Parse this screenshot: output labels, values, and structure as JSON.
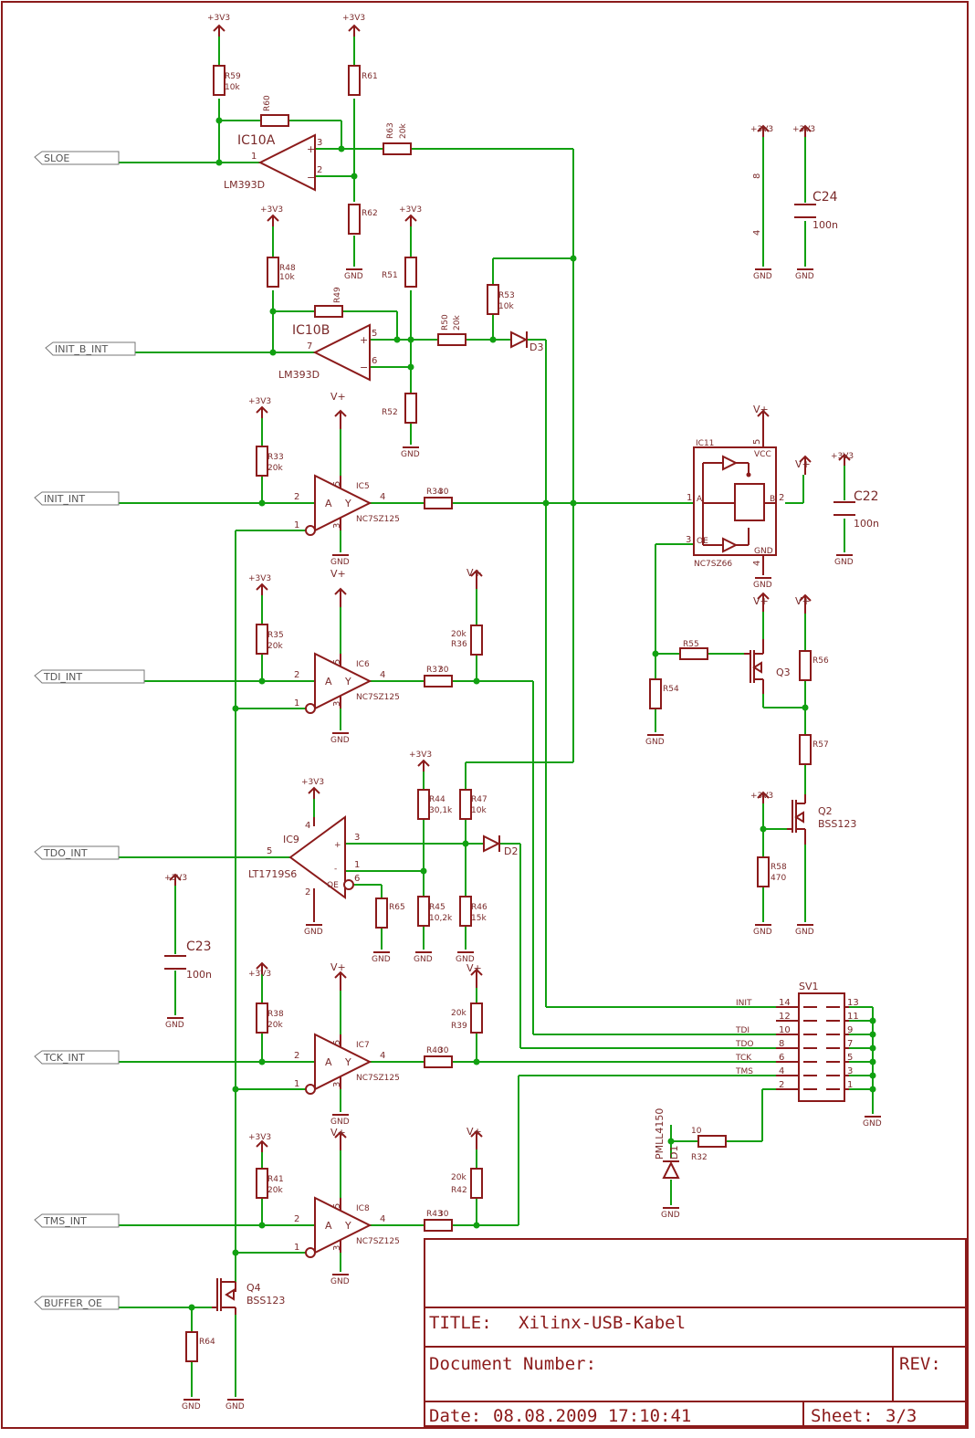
{
  "title_block": {
    "title_label": "TITLE:",
    "title_value": "Xilinx-USB-Kabel",
    "docnum_label": "Document Number:",
    "rev_label": "REV:",
    "date_label": "Date:",
    "date_value": "08.08.2009 17:10:41",
    "sheet_label": "Sheet:",
    "sheet_value": "3/3"
  },
  "ports": [
    "SLOE",
    "INIT_B_INT",
    "INIT_INT",
    "TDI_INT",
    "TDO_INT",
    "TCK_INT",
    "TMS_INT",
    "BUFFER_OE"
  ],
  "supplies": {
    "v33": "+3V3",
    "vplus": "V+",
    "gnd": "GND"
  },
  "comparators": {
    "ic10a": {
      "name": "IC10A",
      "type": "LM393D",
      "pins": [
        "1",
        "3",
        "2"
      ]
    },
    "ic10b": {
      "name": "IC10B",
      "type": "LM393D",
      "pins": [
        "7",
        "5",
        "6"
      ]
    },
    "ic9": {
      "name": "IC9",
      "type": "LT1719S6",
      "pins": [
        "5",
        "3",
        "1",
        "6",
        "4",
        "2"
      ],
      "marks": [
        "+",
        "-",
        "OE"
      ]
    }
  },
  "buffers": [
    {
      "name": "IC5",
      "type": "NC7SZ125"
    },
    {
      "name": "IC6",
      "type": "NC7SZ125"
    },
    {
      "name": "IC7",
      "type": "NC7SZ125"
    },
    {
      "name": "IC8",
      "type": "NC7SZ125"
    }
  ],
  "buffer_pins": {
    "a": "A",
    "y": "Y",
    "in": "2",
    "oe": "1",
    "out": "4",
    "vcc": "5",
    "gnd": "3"
  },
  "resistors": {
    "R59": "10k",
    "R60": "",
    "R61": "",
    "R62": "",
    "R63": "20k",
    "R48": "10k",
    "R49": "",
    "R51": "",
    "R50": "20k",
    "R53": "10k",
    "R52": "",
    "R33": "20k",
    "R34": "30",
    "R35": "20k",
    "R37": "30",
    "R36": "20k",
    "R44": "30,1k",
    "R47": "10k",
    "R45": "10,2k",
    "R46": "15k",
    "R65": "",
    "R38": "20k",
    "R40": "30",
    "R39": "20k",
    "R41": "20k",
    "R43": "30",
    "R42": "20k",
    "R64": "",
    "R55": "",
    "R54": "",
    "R56": "",
    "R57": "",
    "R58": "470",
    "R32": "10"
  },
  "capacitors": [
    {
      "name": "C24",
      "value": "100n"
    },
    {
      "name": "C22",
      "value": "100n"
    },
    {
      "name": "C23",
      "value": "100n"
    }
  ],
  "diodes": {
    "d3": "D3",
    "d2": "D2",
    "d1": "D1",
    "d1_type": "PMLL4150"
  },
  "transistors": [
    {
      "name": "Q2",
      "type": "BSS123"
    },
    {
      "name": "Q3",
      "type": ""
    },
    {
      "name": "Q4",
      "type": "BSS123"
    }
  ],
  "power_pins": {
    "p8": "8",
    "p4": "4"
  },
  "ic11": {
    "name": "IC11",
    "type": "NC7SZ66",
    "pins": [
      "1",
      "2",
      "3",
      "5",
      "4"
    ],
    "marks": [
      "A",
      "B",
      "OE",
      "VCC",
      "GND"
    ]
  },
  "connector": {
    "name": "SV1",
    "left_pins": [
      "14",
      "12",
      "10",
      "8",
      "6",
      "4",
      "2"
    ],
    "right_pins": [
      "13",
      "11",
      "9",
      "7",
      "5",
      "3",
      "1"
    ],
    "signals": [
      "INIT",
      "TDI",
      "TDO",
      "TCK",
      "TMS"
    ]
  }
}
